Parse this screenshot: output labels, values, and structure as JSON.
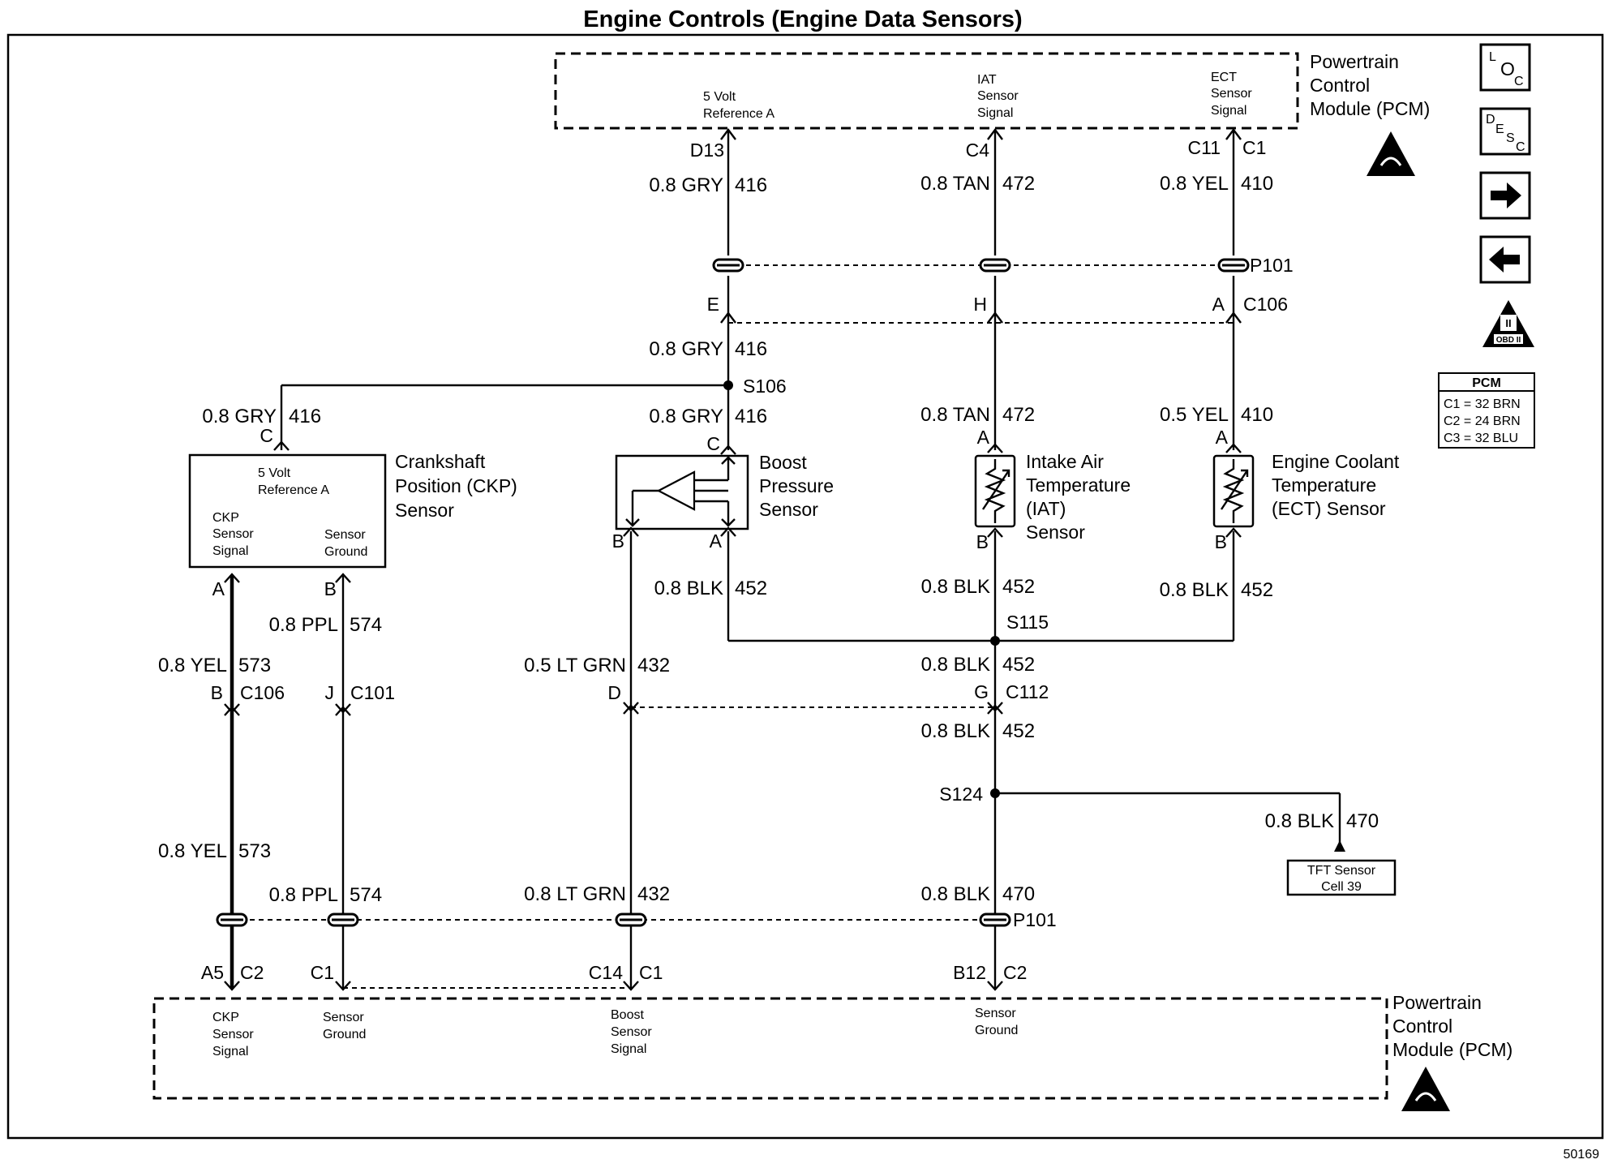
{
  "title": "Engine Controls (Engine Data Sensors)",
  "figure_id": "50169",
  "pcm_top": {
    "name": "Powertrain Control Module (PCM)",
    "name_lines": [
      "Powertrain",
      "Control",
      "Module (PCM)"
    ],
    "pin_labels": {
      "ref5v": [
        "5 Volt",
        "Reference A"
      ],
      "iat": [
        "IAT",
        "Sensor",
        "Signal"
      ],
      "ect": [
        "ECT",
        "Sensor",
        "Signal"
      ]
    }
  },
  "pcm_bottom": {
    "name_lines": [
      "Powertrain",
      "Control",
      "Module (PCM)"
    ],
    "pin_labels": {
      "ckp": [
        "CKP",
        "Sensor",
        "Signal"
      ],
      "gnd": [
        "Sensor",
        "Ground"
      ],
      "boost": [
        "Boost",
        "Sensor",
        "Signal"
      ],
      "gnd2": [
        "Sensor",
        "Ground"
      ]
    }
  },
  "nav_icons": [
    "loc-icon",
    "desc-icon",
    "next-arrow-icon",
    "prev-arrow-icon",
    "obd2-icon"
  ],
  "pcm_connector_table": {
    "header": "PCM",
    "rows": [
      "C1 = 32 BRN",
      "C2 = 24 BRN",
      "C3 = 32 BLU"
    ]
  },
  "components": {
    "ckp": {
      "name_lines": [
        "Crankshaft",
        "Position (CKP)",
        "Sensor"
      ],
      "inner": {
        "ref": [
          "5 Volt",
          "Reference A"
        ],
        "sig": [
          "CKP",
          "Sensor",
          "Signal"
        ],
        "gnd": [
          "Sensor",
          "Ground"
        ]
      }
    },
    "boost": {
      "name_lines": [
        "Boost",
        "Pressure",
        "Sensor"
      ]
    },
    "iat": {
      "name_lines": [
        "Intake Air",
        "Temperature",
        "(IAT)",
        "Sensor"
      ]
    },
    "ect": {
      "name_lines": [
        "Engine Coolant",
        "Temperature",
        "(ECT) Sensor"
      ]
    },
    "tft": {
      "name_lines": [
        "TFT Sensor",
        "Cell 39"
      ]
    }
  },
  "wire_labels": {
    "w416_top": {
      "gauge": "0.8 GRY",
      "circuit": "416"
    },
    "w472_top": {
      "gauge": "0.8 TAN",
      "circuit": "472"
    },
    "w410_top": {
      "gauge": "0.8 YEL",
      "circuit": "410"
    },
    "w416_mid": {
      "gauge": "0.8 GRY",
      "circuit": "416"
    },
    "w416_ckp": {
      "gauge": "0.8 GRY",
      "circuit": "416"
    },
    "w416_boost": {
      "gauge": "0.8 GRY",
      "circuit": "416"
    },
    "w472_low": {
      "gauge": "0.8 TAN",
      "circuit": "472"
    },
    "w410_low": {
      "gauge": "0.5 YEL",
      "circuit": "410"
    },
    "w452_boost": {
      "gauge": "0.8 BLK",
      "circuit": "452"
    },
    "w452_iat": {
      "gauge": "0.8 BLK",
      "circuit": "452"
    },
    "w452_ect": {
      "gauge": "0.8 BLK",
      "circuit": "452"
    },
    "w574_a": {
      "gauge": "0.8 PPL",
      "circuit": "574"
    },
    "w573_a": {
      "gauge": "0.8 YEL",
      "circuit": "573"
    },
    "w432_a": {
      "gauge": "0.5 LT GRN",
      "circuit": "432"
    },
    "w452_s115": {
      "gauge": "0.8 BLK",
      "circuit": "452"
    },
    "w452_c112": {
      "gauge": "0.8 BLK",
      "circuit": "452"
    },
    "w470_tft": {
      "gauge": "0.8 BLK",
      "circuit": "470"
    },
    "w573_b": {
      "gauge": "0.8 YEL",
      "circuit": "573"
    },
    "w574_b": {
      "gauge": "0.8 PPL",
      "circuit": "574"
    },
    "w432_b": {
      "gauge": "0.8 LT GRN",
      "circuit": "432"
    },
    "w470_b": {
      "gauge": "0.8 BLK",
      "circuit": "470"
    }
  },
  "connectors": {
    "d13": "D13",
    "c4": "C4",
    "c11": "C11",
    "c1_top": "C1",
    "p101_top": "P101",
    "e": "E",
    "h": "H",
    "a_c106": "A",
    "c106_top": "C106",
    "s106": "S106",
    "c_ckp": "C",
    "c_boost": "C",
    "a_iat": "A",
    "a_ect": "A",
    "b_boost": "B",
    "a_boost": "A",
    "b_iat": "B",
    "b_ect": "B",
    "a_ckp": "A",
    "b_ckp": "B",
    "s115": "S115",
    "b_c106": "B",
    "c106_low": "C106",
    "j_c101": "J",
    "c101": "C101",
    "d_c112": "D",
    "g_c112": "G",
    "c112": "C112",
    "s124": "S124",
    "p101_bottom": "P101",
    "a5": "A5",
    "c2_a": "C2",
    "c1_gnd": "C1",
    "c14": "C14",
    "c1_boost": "C1",
    "b12": "B12",
    "c2_b": "C2"
  },
  "icon_text": {
    "loc": [
      "L",
      "O",
      "C"
    ],
    "desc": [
      "D",
      "E",
      "S",
      "C"
    ],
    "obd": [
      "II",
      "OBD II"
    ]
  }
}
